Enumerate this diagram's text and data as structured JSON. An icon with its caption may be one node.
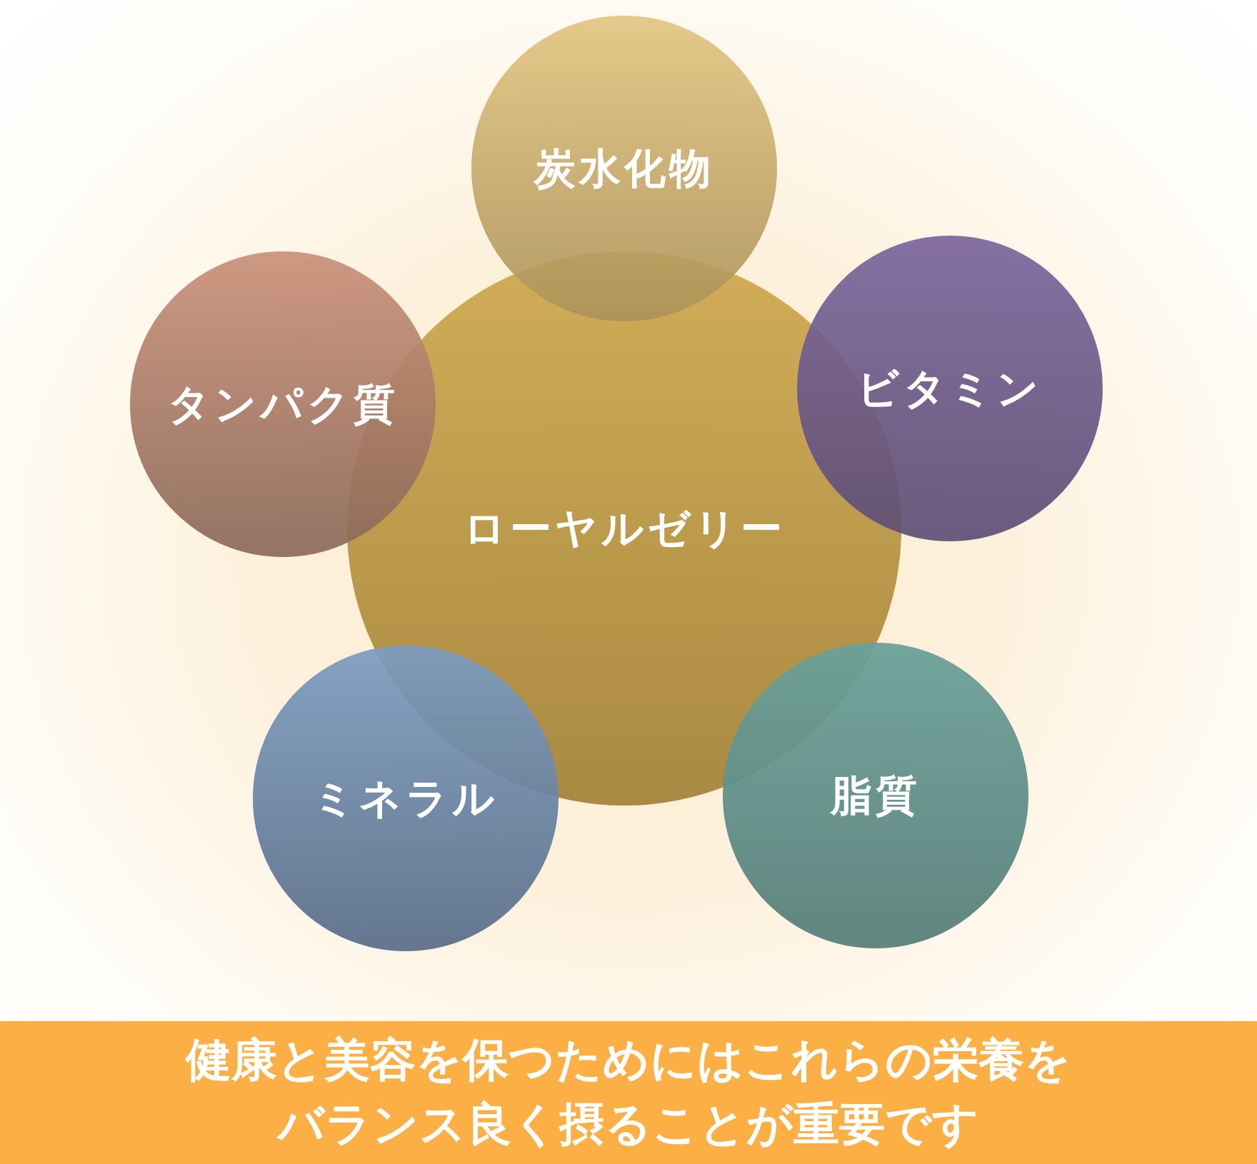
{
  "diagram": {
    "nodes": [
      {
        "text": [
          "ローヤルゼリー"
        ]
      },
      {
        "text": [
          "炭水化物"
        ]
      },
      {
        "text": [
          "ビタミン"
        ]
      },
      {
        "text": [
          "脂質"
        ]
      },
      {
        "text": [
          "ミネラル"
        ]
      },
      {
        "text": [
          "タンパク質"
        ]
      },
      {
        "text": [
          "健康と美容を保つためにはこれらの栄養をバランス良く摂ることが重要です"
        ]
      }
    ]
  }
}
